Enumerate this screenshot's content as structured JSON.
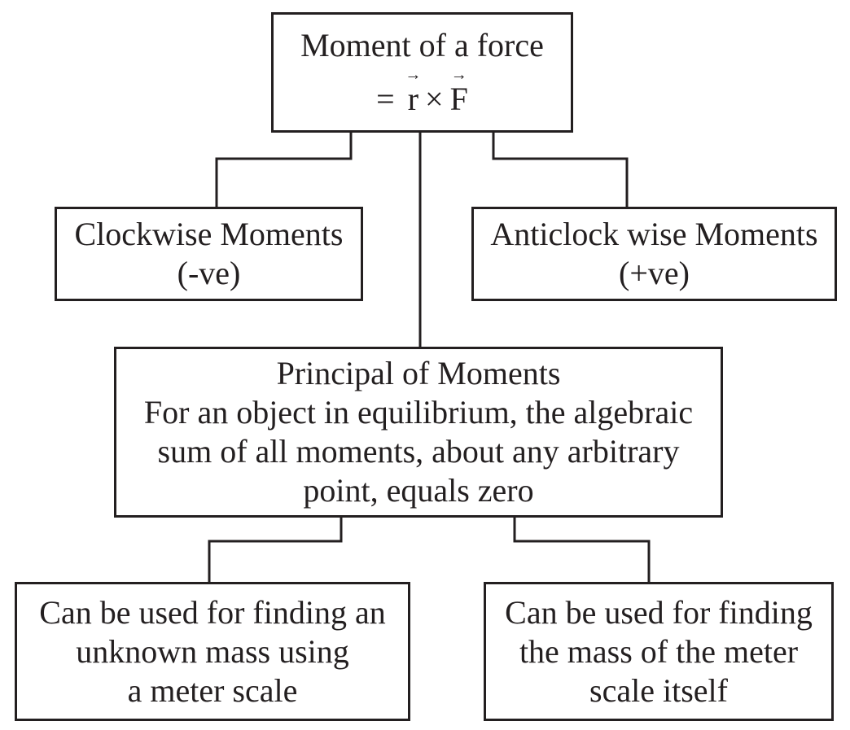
{
  "nodes": {
    "moment": {
      "title": "Moment of a force",
      "formula": {
        "equals": "=",
        "r": "r",
        "times": "×",
        "F": "F",
        "arrow": "→"
      }
    },
    "clockwise": {
      "line1": "Clockwise Moments",
      "line2": "(-ve)"
    },
    "anticlockwise": {
      "line1": "Anticlock wise Moments",
      "line2": "(+ve)"
    },
    "principle": {
      "line1": "Principal of Moments",
      "line2": "For an object in equilibrium, the algebraic",
      "line3": "sum of all moments, about any arbitrary",
      "line4": "point, equals zero"
    },
    "unknown_mass": {
      "line1": "Can be used for finding an",
      "line2": "unknown mass using",
      "line3": "a meter scale"
    },
    "scale_mass": {
      "line1": "Can be used for finding",
      "line2": "the mass of the meter",
      "line3": "scale itself"
    }
  },
  "colors": {
    "ink": "#231f20",
    "background": "#ffffff"
  }
}
